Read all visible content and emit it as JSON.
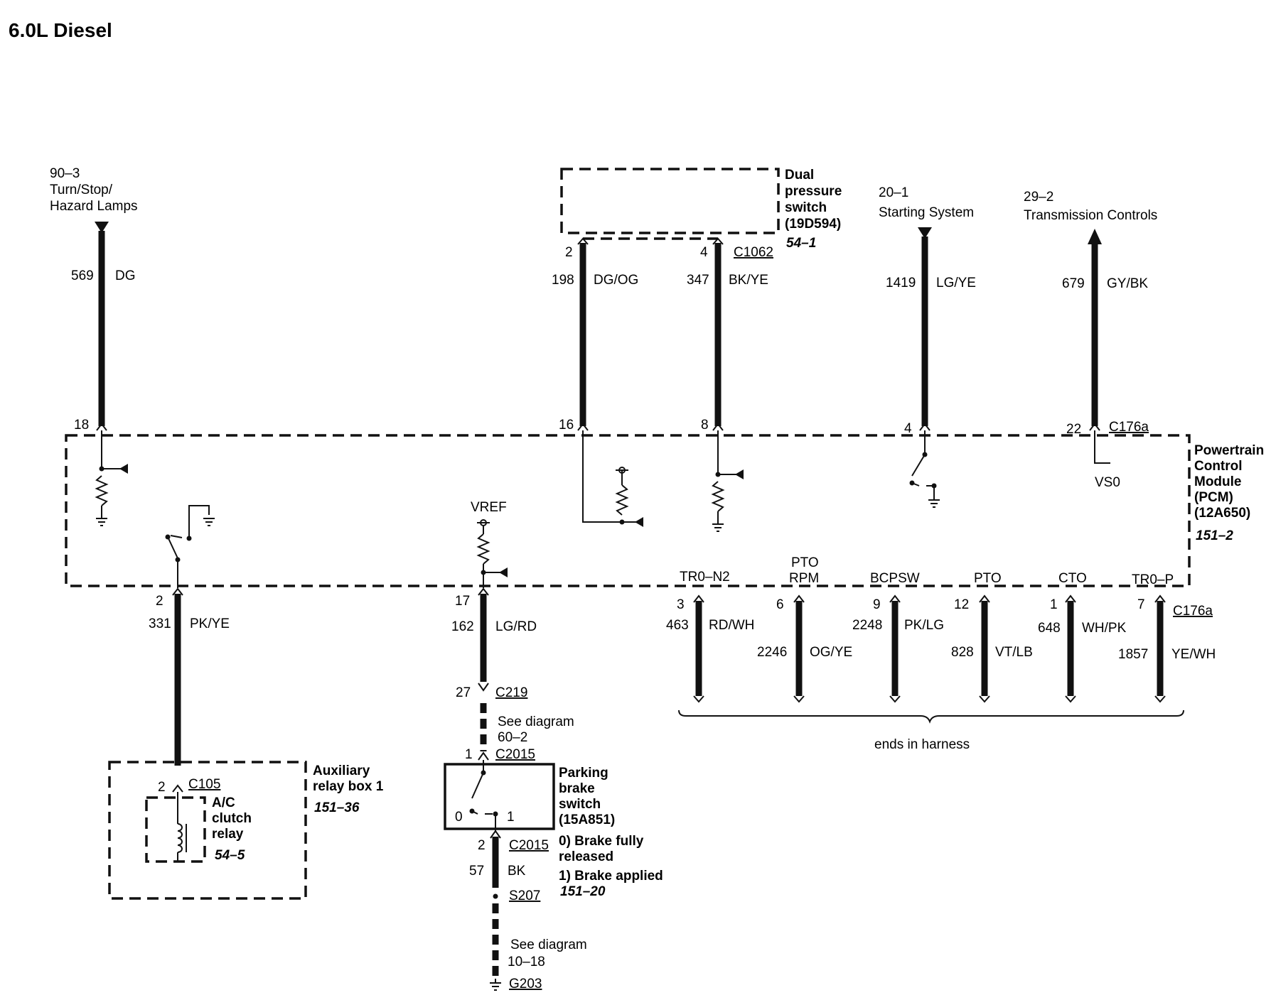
{
  "title": "6.0L Diesel",
  "top_refs": {
    "turn_stop": {
      "num": "90–3",
      "line1": "Turn/Stop/",
      "line2": "Hazard Lamps"
    },
    "starting": {
      "num": "20–1",
      "line1": "Starting System"
    },
    "transmission": {
      "num": "29–2",
      "line1": "Transmission Controls"
    }
  },
  "dual_pressure_switch": {
    "line1": "Dual",
    "line2": "pressure",
    "line3": "switch",
    "line4": "(19D594)",
    "page_ref": "54–1",
    "connector": "C1062"
  },
  "pcm": {
    "line1": "Powertrain",
    "line2": "Control",
    "line3": "Module",
    "line4": "(PCM)",
    "line5": "(12A650)",
    "page_ref": "151–2",
    "connector": "C176a",
    "connector_bottom": "C176a",
    "vso": "VS0",
    "vref": "VREF"
  },
  "top_wires": [
    {
      "circuit": "569",
      "color": "DG",
      "pin": "18",
      "top_pin": ""
    },
    {
      "circuit": "198",
      "color": "DG/OG",
      "pin": "16",
      "top_pin": "2"
    },
    {
      "circuit": "347",
      "color": "BK/YE",
      "pin": "8",
      "top_pin": "4"
    },
    {
      "circuit": "1419",
      "color": "LG/YE",
      "pin": "4",
      "top_pin": ""
    },
    {
      "circuit": "679",
      "color": "GY/BK",
      "pin": "22",
      "top_pin": ""
    }
  ],
  "bottom_wires": [
    {
      "signal_line1": "",
      "signal_line2": "TR0–N2",
      "pin": "3",
      "circuit": "463",
      "color": "RD/WH"
    },
    {
      "signal_line1": "PTO",
      "signal_line2": "RPM",
      "pin": "6",
      "circuit": "2246",
      "color": "OG/YE"
    },
    {
      "signal_line1": "",
      "signal_line2": "BCPSW",
      "pin": "9",
      "circuit": "2248",
      "color": "PK/LG"
    },
    {
      "signal_line1": "",
      "signal_line2": "PTO",
      "pin": "12",
      "circuit": "828",
      "color": "VT/LB"
    },
    {
      "signal_line1": "",
      "signal_line2": "CTO",
      "pin": "1",
      "circuit": "648",
      "color": "WH/PK"
    },
    {
      "signal_line1": "",
      "signal_line2": "TR0–P",
      "pin": "7",
      "circuit": "1857",
      "color": "YE/WH"
    }
  ],
  "harness_note": "ends in harness",
  "relay_wire": {
    "pin": "2",
    "circuit": "331",
    "color": "PK/YE",
    "relay_pin": "2",
    "relay_connector": "C105"
  },
  "aux_relay_box": {
    "line1": "Auxiliary",
    "line2": "relay box 1",
    "page_ref": "151–36"
  },
  "ac_relay": {
    "line1": "A/C",
    "line2": "clutch",
    "line3": "relay",
    "page_ref": "54–5"
  },
  "brake_wire": {
    "pin": "17",
    "circuit": "162",
    "color": "LG/RD",
    "c219_pin": "27",
    "c219": "C219",
    "see_line1": "See diagram",
    "see_line2": "60–2",
    "c2015_pin_top": "1",
    "c2015_top": "C2015",
    "c2015_pin_bottom": "2",
    "c2015_bottom": "C2015",
    "ground_circuit": "57",
    "ground_color": "BK",
    "splice": "S207",
    "see2_line1": "See diagram",
    "see2_line2": "10–18",
    "ground": "G203"
  },
  "parking_brake_switch": {
    "line1": "Parking",
    "line2": "brake",
    "line3": "switch",
    "line4": "(15A851)",
    "pos0": "0",
    "pos1": "1",
    "state0_line1": "0) Brake fully",
    "state0_line2": "released",
    "state1": "1) Brake applied",
    "page_ref": "151–20"
  }
}
